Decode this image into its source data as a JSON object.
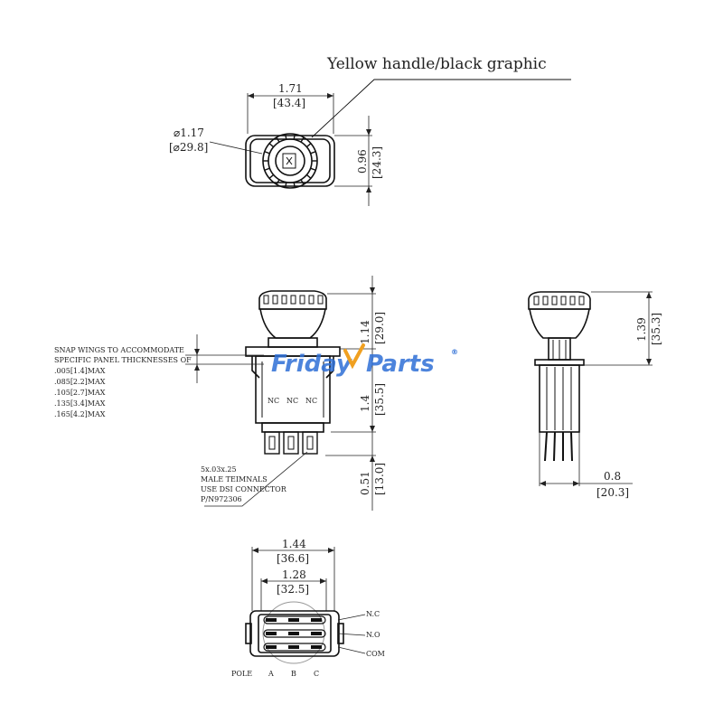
{
  "title": "Yellow handle/black graphic",
  "watermark": {
    "brand_left": "Friday",
    "brand_right": "Parts",
    "reg": "®"
  },
  "top_view": {
    "width_in": "1.71",
    "width_mm": "[43.4]",
    "dia_in": "⌀1.17",
    "dia_mm": "[⌀29.8]",
    "height_in": "0.96",
    "height_mm": "[24.3]"
  },
  "front_view": {
    "upper_in": "1.14",
    "upper_mm": "[29.0]",
    "body_in": "1.4",
    "body_mm": "[35.5]",
    "term_in": "0.51",
    "term_mm": "[13.0]",
    "nc_labels": [
      "NC",
      "NC",
      "NC"
    ],
    "snap_note": [
      "SNAP WINGS TO ACCOMMODATE",
      "SPECIFIC PANEL THICKNESSES OF",
      ".005[1.4]MAX",
      ".085[2.2]MAX",
      ".105[2.7]MAX",
      ".135[3.4]MAX",
      ".165[4.2]MAX"
    ],
    "terminal_note": [
      "5x.03x.25",
      "MALE TEIMNALS",
      "USE DSI CONNECTOR",
      "P/N972306"
    ]
  },
  "side_view": {
    "height_in": "1.39",
    "height_mm": "[35.3]",
    "depth_in": "0.8",
    "depth_mm": "[20.3]"
  },
  "bottom_view": {
    "outer_in": "1.44",
    "outer_mm": "[36.6]",
    "inner_in": "1.28",
    "inner_mm": "[32.5]",
    "row_labels": [
      "N.C",
      "N.O",
      "COM"
    ],
    "pole_label": "POLE",
    "pole_letters": [
      "A",
      "B",
      "C"
    ]
  },
  "colors": {
    "line": "#111111",
    "watermark": "#2f6fd6",
    "watermark_accent": "#f0a020"
  }
}
